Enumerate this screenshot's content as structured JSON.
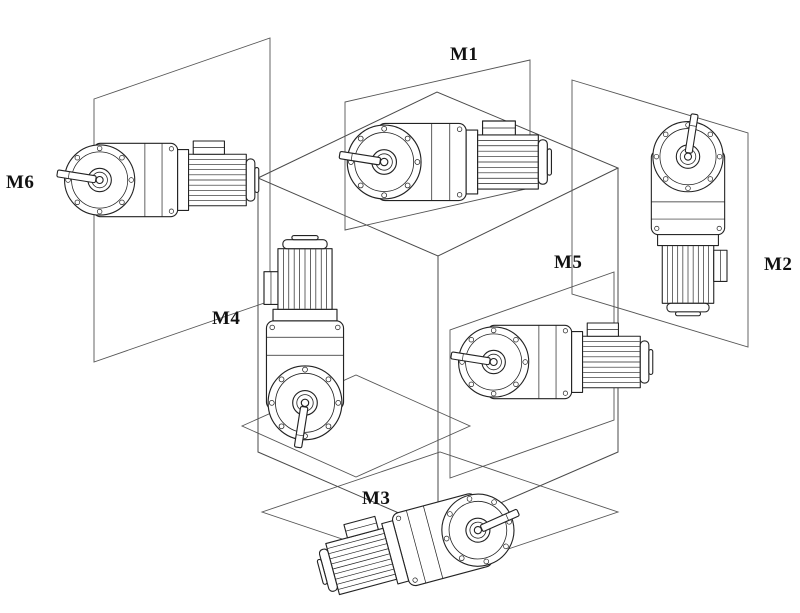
{
  "page": {
    "background": "#ffffff",
    "line_color": "#2f2f2f",
    "label_color": "#111111"
  },
  "figures": [
    {
      "label": "M1",
      "position": "top of cube",
      "orientation": "horizontal gearmotor, output flange and shaft facing front-left"
    },
    {
      "label": "M2",
      "position": "right of cube",
      "orientation": "vertical gearmotor, output shaft facing up, motor below"
    },
    {
      "label": "M3",
      "position": "bottom of cube",
      "orientation": "tilted gearmotor, motor toward lower-left, output flange facing upper-right"
    },
    {
      "label": "M4",
      "position": "front-left of cube",
      "orientation": "vertical gearmotor, motor on top, output shaft facing down"
    },
    {
      "label": "M5",
      "position": "front-right face of cube",
      "orientation": "horizontal gearmotor, output flange and shaft facing front-left"
    },
    {
      "label": "M6",
      "position": "far left of cube",
      "orientation": "horizontal gearmotor, output flange and shaft facing front-left"
    }
  ]
}
